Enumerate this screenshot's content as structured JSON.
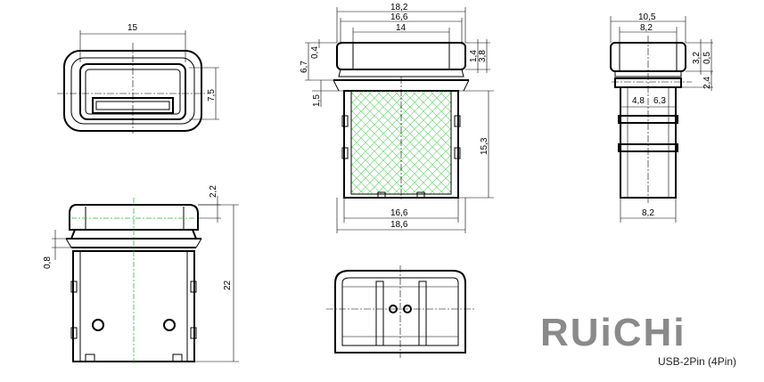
{
  "brand": {
    "logo_text": "RUiCHi",
    "caption": "USB-2Pin (4Pin)",
    "logo_color": "#8a8a8a",
    "accent_green": "#58d35f"
  },
  "front_view": {
    "width_dim": "15",
    "height_dim": "7,5"
  },
  "side_view": {
    "top_dim": "2,2",
    "flange_dim": "0,8",
    "total_height_dim": "22"
  },
  "center_view": {
    "top_dims": [
      "18,2",
      "16,6",
      "14"
    ],
    "left_dims": [
      "6,7",
      "0,4",
      "1,5"
    ],
    "right_dims": [
      "1,4",
      "3,8",
      "15,3"
    ],
    "bottom_dims": [
      "16,6",
      "18,6"
    ]
  },
  "right_view": {
    "top_dims": [
      "10,5",
      "8,2"
    ],
    "right_dims": [
      "3,2",
      "0,5",
      "2,4"
    ],
    "mid_dims": [
      "4,8",
      "6,3"
    ],
    "bottom_dim": "8,2"
  }
}
